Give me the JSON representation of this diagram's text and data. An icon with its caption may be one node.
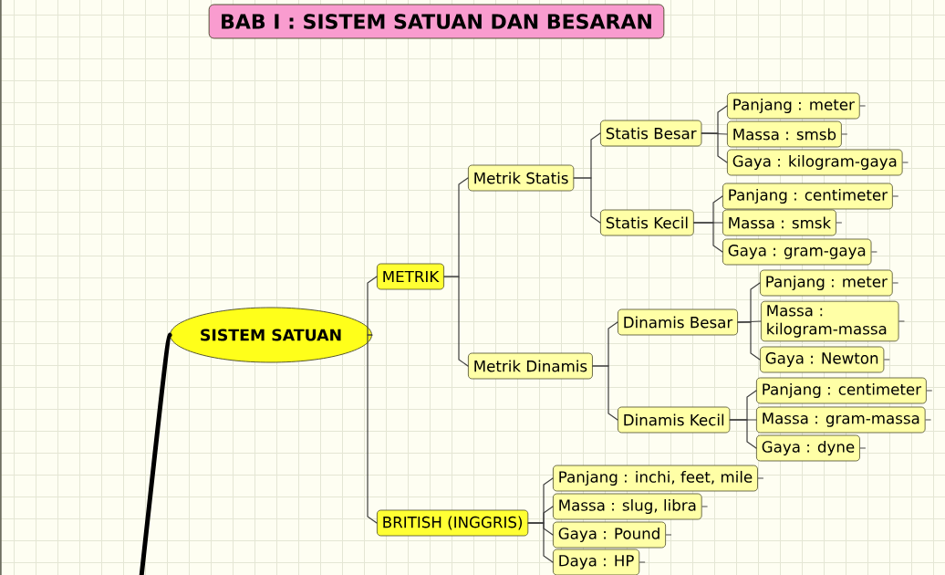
{
  "diagram": {
    "title": "BAB I : SISTEM SATUAN DAN BESARAN",
    "nodes": [
      {
        "text": [
          "SISTEM SATUAN"
        ]
      },
      {
        "text": [
          "METRIK"
        ]
      },
      {
        "text": [
          "Metrik Statis"
        ]
      },
      {
        "text": [
          "Statis Besar"
        ]
      },
      {
        "text": [
          "Panjang : meter"
        ]
      },
      {
        "text": [
          "Massa : smsb"
        ]
      },
      {
        "text": [
          "Gaya : kilogram-gaya"
        ]
      },
      {
        "text": [
          "Statis Kecil"
        ]
      },
      {
        "text": [
          "Panjang : centimeter"
        ]
      },
      {
        "text": [
          "Massa : smsk"
        ]
      },
      {
        "text": [
          "Gaya : gram-gaya"
        ]
      },
      {
        "text": [
          "Metrik Dinamis"
        ]
      },
      {
        "text": [
          "Dinamis Besar"
        ]
      },
      {
        "text": [
          "Panjang : meter"
        ]
      },
      {
        "text": [
          "Massa : kilogram-massa"
        ]
      },
      {
        "text": [
          "Gaya : Newton"
        ]
      },
      {
        "text": [
          "Dinamis Kecil"
        ]
      },
      {
        "text": [
          "Panjang : centimeter"
        ]
      },
      {
        "text": [
          "Massa : gram-massa"
        ]
      },
      {
        "text": [
          "Gaya : dyne"
        ]
      },
      {
        "text": [
          "BRITISH (INGGRIS)"
        ]
      },
      {
        "text": [
          "Panjang : inchi, feet, mile"
        ]
      },
      {
        "text": [
          "Massa : slug, libra"
        ]
      },
      {
        "text": [
          "Gaya : Pound"
        ]
      },
      {
        "text": [
          "Daya : HP"
        ]
      }
    ],
    "edges": [
      {
        "from": null,
        "to": 0,
        "arrow": "none",
        "style": "thick"
      },
      {
        "from": 0,
        "to": 1,
        "arrow": "none"
      },
      {
        "from": 0,
        "to": 20,
        "arrow": "none"
      },
      {
        "from": 1,
        "to": 2,
        "arrow": "none"
      },
      {
        "from": 1,
        "to": 11,
        "arrow": "none"
      },
      {
        "from": 2,
        "to": 3,
        "arrow": "none"
      },
      {
        "from": 2,
        "to": 7,
        "arrow": "none"
      },
      {
        "from": 3,
        "to": 4,
        "arrow": "none"
      },
      {
        "from": 3,
        "to": 5,
        "arrow": "none"
      },
      {
        "from": 3,
        "to": 6,
        "arrow": "none"
      },
      {
        "from": 7,
        "to": 8,
        "arrow": "none"
      },
      {
        "from": 7,
        "to": 9,
        "arrow": "none"
      },
      {
        "from": 7,
        "to": 10,
        "arrow": "none"
      },
      {
        "from": 11,
        "to": 12,
        "arrow": "none"
      },
      {
        "from": 11,
        "to": 16,
        "arrow": "none"
      },
      {
        "from": 12,
        "to": 13,
        "arrow": "none"
      },
      {
        "from": 12,
        "to": 14,
        "arrow": "none"
      },
      {
        "from": 12,
        "to": 15,
        "arrow": "none"
      },
      {
        "from": 16,
        "to": 17,
        "arrow": "none"
      },
      {
        "from": 16,
        "to": 18,
        "arrow": "none"
      },
      {
        "from": 16,
        "to": 19,
        "arrow": "none"
      },
      {
        "from": 20,
        "to": 21,
        "arrow": "none"
      },
      {
        "from": 20,
        "to": 22,
        "arrow": "none"
      },
      {
        "from": 20,
        "to": 23,
        "arrow": "none"
      },
      {
        "from": 20,
        "to": 24,
        "arrow": "none"
      }
    ]
  }
}
